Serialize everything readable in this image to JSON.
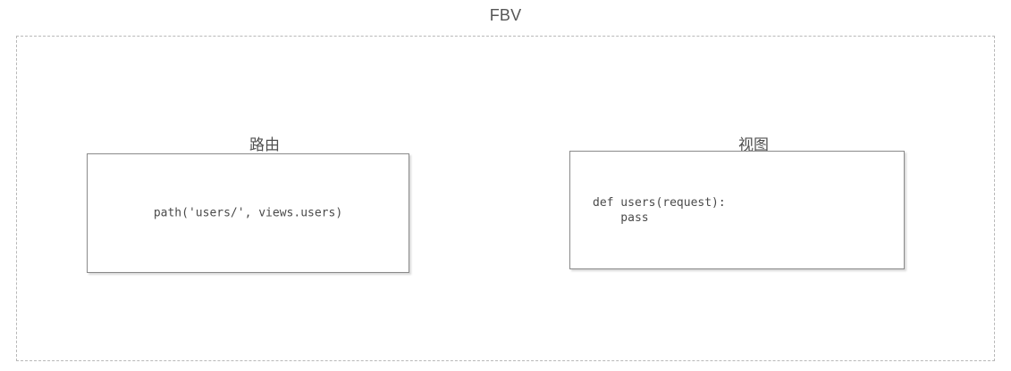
{
  "diagram": {
    "title": "FBV",
    "container": {
      "name": "fbv-group",
      "border_style": "dashed",
      "border_color": "#b8b8b8"
    },
    "columns": [
      {
        "id": "route",
        "label": "路由",
        "box": {
          "code": "path('users/', views.users)",
          "border_color": "#8a8a8a",
          "background": "#ffffff",
          "text_color": "#4a4a4a"
        }
      },
      {
        "id": "view",
        "label": "视图",
        "box": {
          "code": "def users(request):\n    pass",
          "border_color": "#8a8a8a",
          "background": "#ffffff",
          "text_color": "#4a4a4a"
        }
      }
    ],
    "colors": {
      "title": "#565656",
      "label": "#4f4f4f",
      "page_background": "#ffffff"
    }
  }
}
